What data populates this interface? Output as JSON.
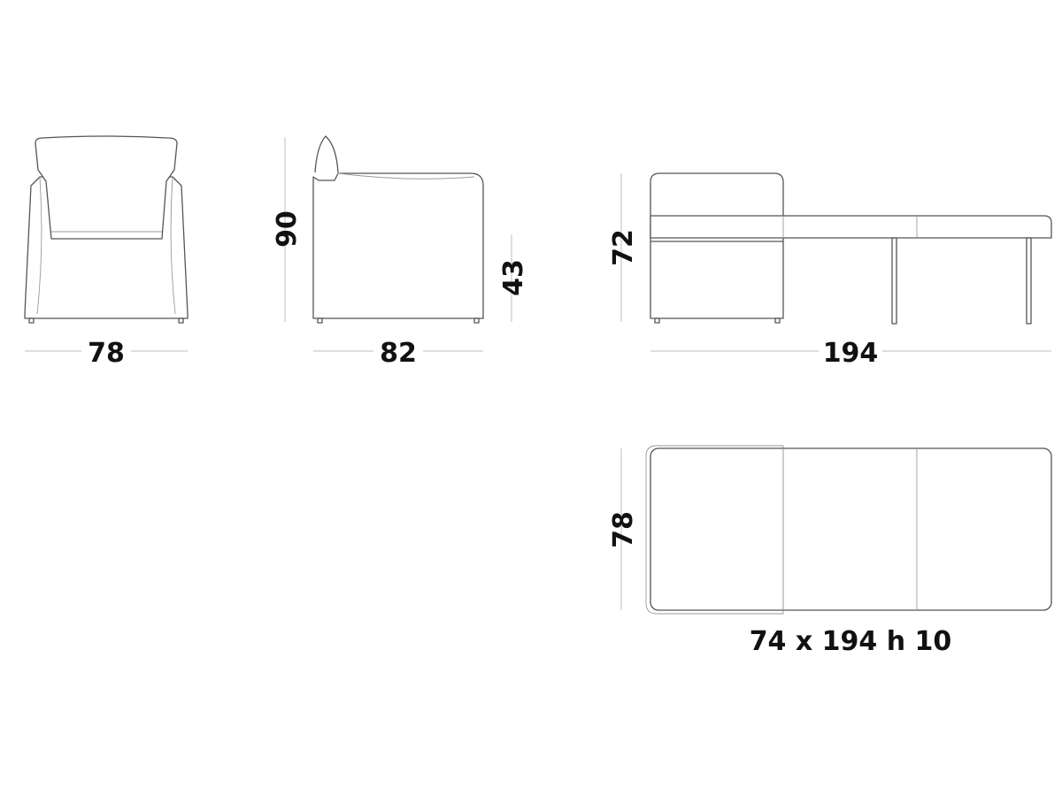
{
  "dimensions": {
    "front_width": "78",
    "side_depth": "82",
    "side_height": "90",
    "seat_height": "43",
    "bed_height": "72",
    "bed_length": "194",
    "top_width": "78",
    "mattress_size": "74 x 194 h 10"
  },
  "colors": {
    "line": "#555555",
    "dimension_line": "#bdbdbd",
    "text": "#111111"
  }
}
